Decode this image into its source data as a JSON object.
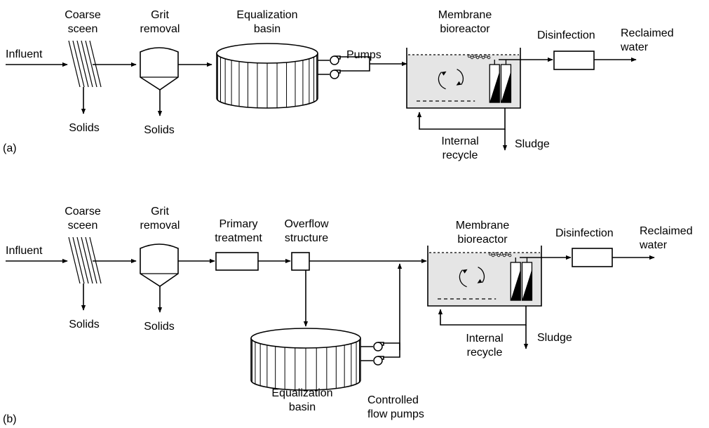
{
  "colors": {
    "line": "#000000",
    "tank_fill": "#e5e5e5",
    "background": "#ffffff",
    "module_fill": "#000000"
  },
  "panel_a": {
    "tag": "(a)",
    "influent": "Influent",
    "coarse_screen": [
      "Coarse",
      "sceen"
    ],
    "grit_removal": [
      "Grit",
      "removal"
    ],
    "screen_solids": "Solids",
    "grit_solids": "Solids",
    "equalization_basin": [
      "Equalization",
      "basin"
    ],
    "pumps": "Pumps",
    "membrane_bioreactor": [
      "Membrane",
      "bioreactor"
    ],
    "disinfection": "Disinfection",
    "reclaimed_water": [
      "Reclaimed",
      "water"
    ],
    "internal_recycle": [
      "Internal",
      "recycle"
    ],
    "sludge": "Sludge"
  },
  "panel_b": {
    "tag": "(b)",
    "influent": "Influent",
    "coarse_screen": [
      "Coarse",
      "sceen"
    ],
    "grit_removal": [
      "Grit",
      "removal"
    ],
    "screen_solids": "Solids",
    "grit_solids": "Solids",
    "primary_treatment": [
      "Primary",
      "treatment"
    ],
    "overflow_structure": [
      "Overflow",
      "structure"
    ],
    "equalization_basin": [
      "Equalization",
      "basin"
    ],
    "controlled_flow_pumps": [
      "Controlled",
      "flow pumps"
    ],
    "membrane_bioreactor": [
      "Membrane",
      "bioreactor"
    ],
    "disinfection": "Disinfection",
    "reclaimed_water": [
      "Reclaimed",
      "water"
    ],
    "internal_recycle": [
      "Internal",
      "recycle"
    ],
    "sludge": "Sludge"
  }
}
